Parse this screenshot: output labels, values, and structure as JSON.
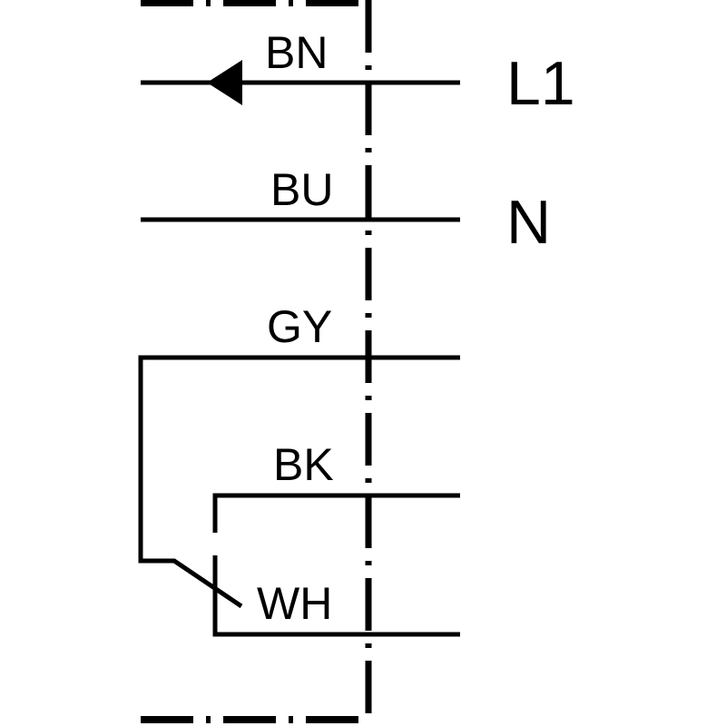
{
  "diagram": {
    "wires": [
      {
        "color_code": "BN",
        "terminal": "L1"
      },
      {
        "color_code": "BU",
        "terminal": "N"
      },
      {
        "color_code": "GY"
      },
      {
        "color_code": "BK"
      },
      {
        "color_code": "WH"
      }
    ],
    "line_color": "#000000",
    "background": "#ffffff"
  }
}
